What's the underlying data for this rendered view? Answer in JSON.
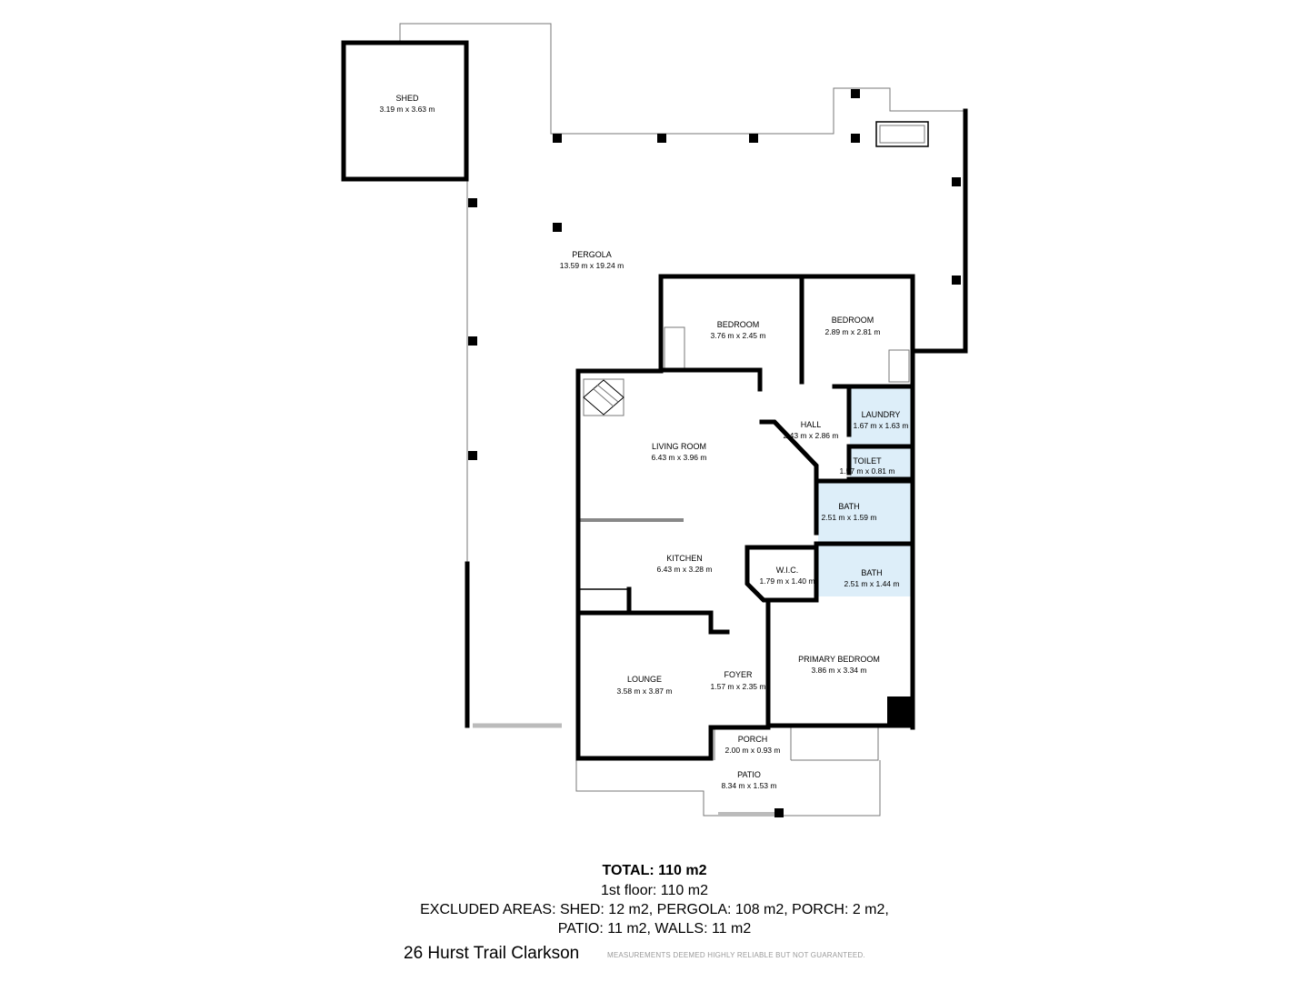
{
  "rooms": {
    "shed": {
      "name": "SHED",
      "dims": "3.19 m x 3.63 m"
    },
    "pergola": {
      "name": "PERGOLA",
      "dims": "13.59 m x 19.24 m"
    },
    "bedroom1": {
      "name": "BEDROOM",
      "dims": "3.76 m x 2.45 m"
    },
    "bedroom2": {
      "name": "BEDROOM",
      "dims": "2.89 m x 2.81 m"
    },
    "laundry": {
      "name": "LAUNDRY",
      "dims": "1.67 m x 1.63 m"
    },
    "hall": {
      "name": "HALL",
      "dims": "2.43 m x 2.86 m"
    },
    "toilet": {
      "name": "TOILET",
      "dims": "1.57 m x 0.81 m"
    },
    "living": {
      "name": "LIVING ROOM",
      "dims": "6.43 m x 3.96 m"
    },
    "bath1": {
      "name": "BATH",
      "dims": "2.51 m x 1.59 m"
    },
    "kitchen": {
      "name": "KITCHEN",
      "dims": "6.43 m x 3.28 m"
    },
    "wic": {
      "name": "W.I.C.",
      "dims": "1.79 m x 1.40 m"
    },
    "bath2": {
      "name": "BATH",
      "dims": "2.51 m x 1.44 m"
    },
    "primary": {
      "name": "PRIMARY BEDROOM",
      "dims": "3.86 m x 3.34 m"
    },
    "lounge": {
      "name": "LOUNGE",
      "dims": "3.58 m x 3.87 m"
    },
    "foyer": {
      "name": "FOYER",
      "dims": "1.57 m x 2.35 m"
    },
    "porch": {
      "name": "PORCH",
      "dims": "2.00 m x 0.93 m"
    },
    "patio": {
      "name": "PATIO",
      "dims": "8.34 m x 1.53 m"
    }
  },
  "summary": {
    "total": "TOTAL: 110 m2",
    "floor": "1st floor: 110 m2",
    "excluded_line1": "EXCLUDED AREAS: SHED: 12 m2, PERGOLA: 108 m2, PORCH: 2 m2,",
    "excluded_line2": "PATIO: 11 m2, WALLS: 11 m2"
  },
  "address": "26 Hurst Trail Clarkson",
  "disclaimer": "MEASUREMENTS DEEMED HIGHLY RELIABLE BUT NOT GUARANTEED.",
  "colors": {
    "wall": "#000000",
    "wet_area": "#ddeef9",
    "thin_line": "#777777"
  }
}
